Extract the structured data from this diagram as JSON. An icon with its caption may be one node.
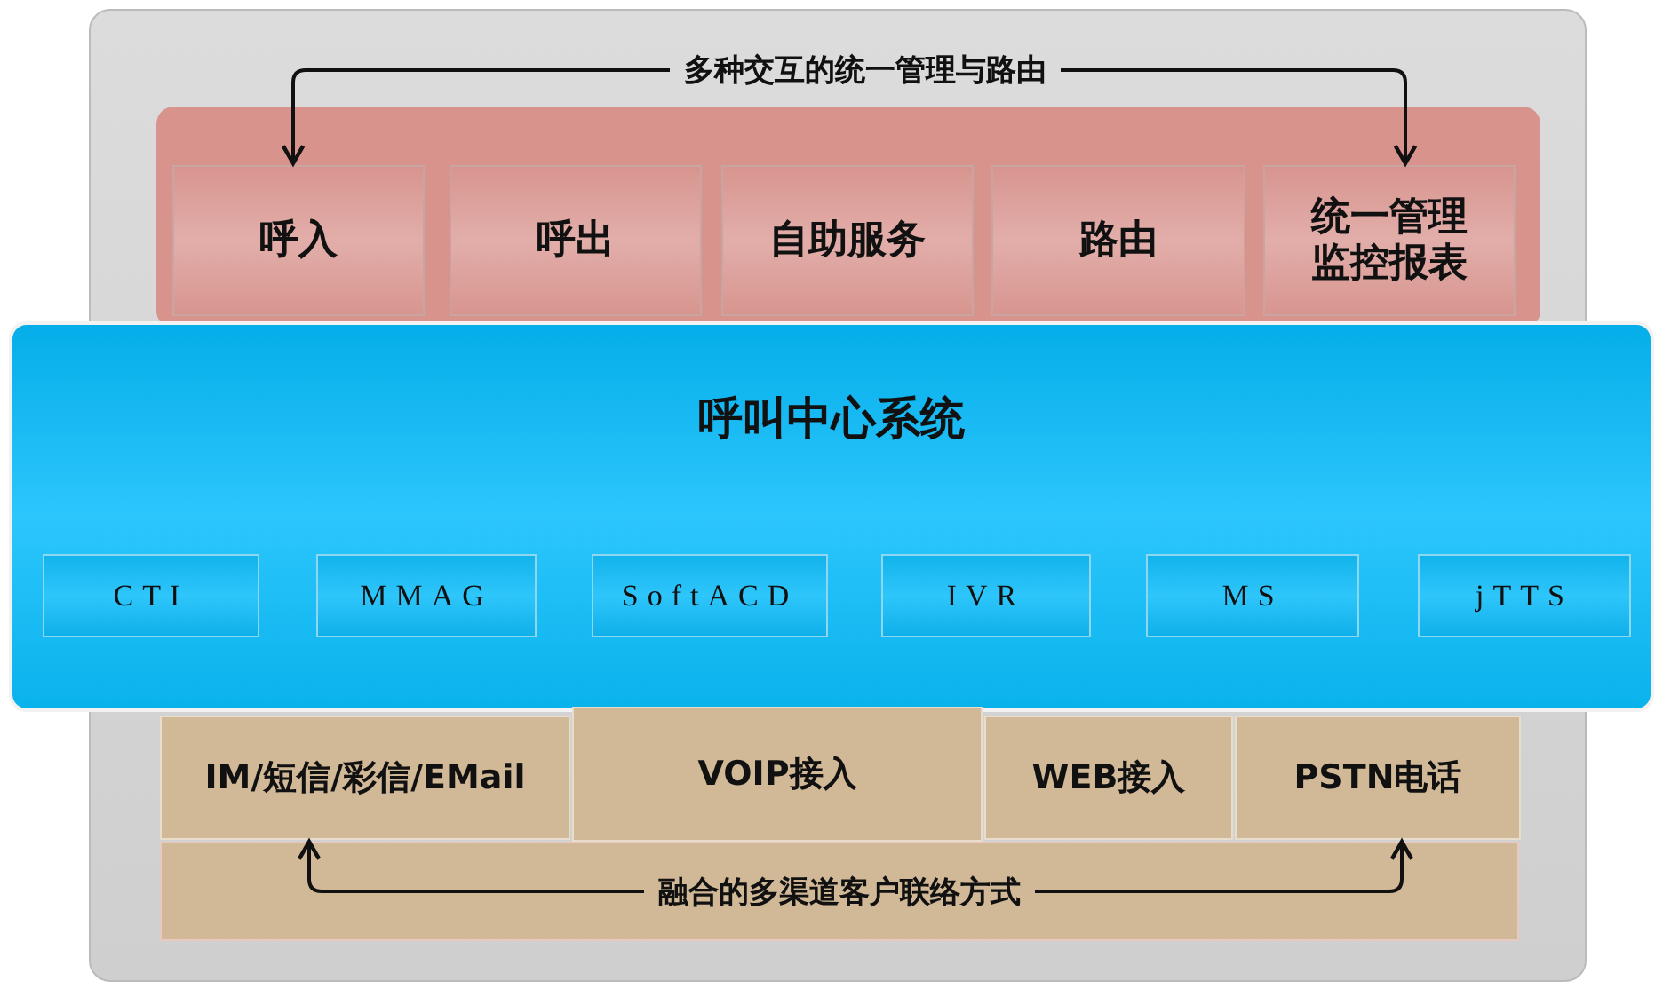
{
  "diagram": {
    "nodes": [
      {
        "text": [
          "多种交互的统一管理与路由"
        ]
      },
      {
        "text": [
          "呼入"
        ]
      },
      {
        "text": [
          "呼出"
        ]
      },
      {
        "text": [
          "自助服务"
        ]
      },
      {
        "text": [
          "路由"
        ]
      },
      {
        "text": [
          "统一管理监控报表"
        ]
      },
      {
        "text": [
          "呼叫中心系统"
        ]
      },
      {
        "text": [
          "CTI"
        ],
        "in": 6
      },
      {
        "text": [
          "MMAG"
        ],
        "in": 6
      },
      {
        "text": [
          "SoftACD"
        ],
        "in": 6
      },
      {
        "text": [
          "IVR"
        ],
        "in": 6
      },
      {
        "text": [
          "MS"
        ],
        "in": 6
      },
      {
        "text": [
          "jTTS"
        ],
        "in": 6
      },
      {
        "text": [
          "IM/短信/彩信/EMail"
        ]
      },
      {
        "text": [
          "VOIP接入"
        ]
      },
      {
        "text": [
          "WEB接入"
        ]
      },
      {
        "text": [
          "PSTN电话"
        ]
      },
      {
        "text": [
          "融合的多渠道客户联络方式"
        ]
      }
    ],
    "edges": [
      {
        "from": 0,
        "to": 1,
        "arrow": "to"
      },
      {
        "from": 0,
        "to": 5,
        "arrow": "to"
      },
      {
        "from": 17,
        "to": 13,
        "arrow": "to"
      },
      {
        "from": 17,
        "to": 16,
        "arrow": "to"
      }
    ]
  }
}
